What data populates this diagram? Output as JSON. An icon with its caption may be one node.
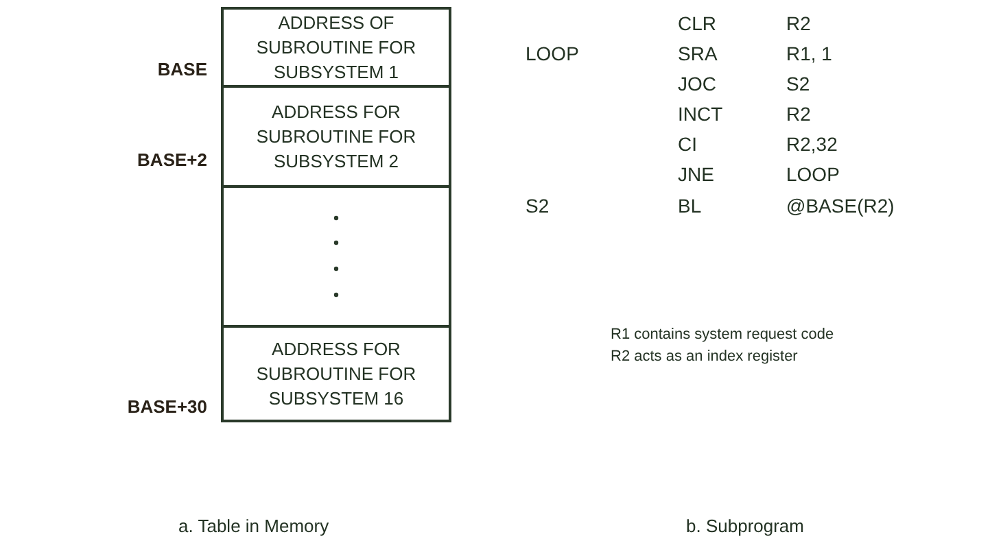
{
  "diagram": {
    "nodes": [
      {
        "text": [
          "ADDRESS OF SUBROUTINE FOR SUBSYSTEM 1"
        ],
        "beside": [
          "BASE"
        ]
      },
      {
        "text": [
          "ADDRESS FOR SUBROUTINE FOR SUBSYSTEM 2"
        ],
        "beside": [
          "BASE+2"
        ]
      },
      {
        "text": [],
        "shape": "box"
      },
      {
        "text": [
          "ADDRESS FOR SUBROUTINE FOR SUBSYSTEM 16"
        ],
        "beside": [
          "BASE+30"
        ]
      }
    ],
    "edges": [],
    "labels": [
      "CLR",
      "R2",
      "LOOP",
      "SRA",
      "R1, 1",
      "JOC",
      "S2",
      "INCT",
      "R2",
      "CI",
      "R2,32",
      "JNE",
      "LOOP",
      "S2",
      "BL",
      "@BASE(R2)",
      "R1 contains system request code",
      "R2 acts as an index register",
      "a. Table in Memory",
      "b. Subprogram"
    ]
  }
}
